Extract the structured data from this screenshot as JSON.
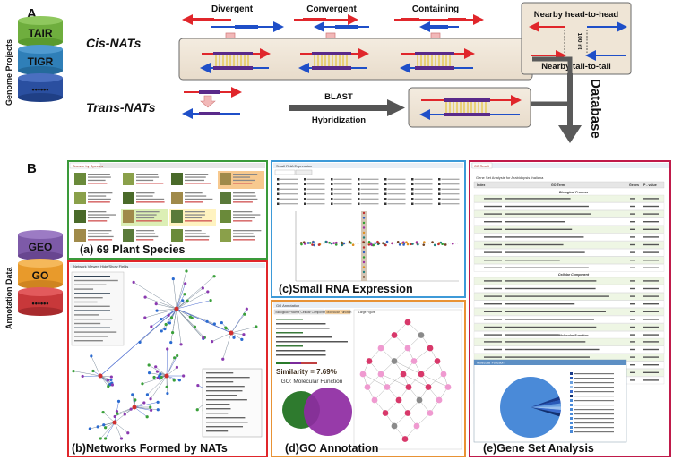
{
  "panel_a": {
    "letter": "A",
    "side_label": "Genome Projects",
    "db_stack": [
      "TAIR",
      "TIGR",
      "••••••"
    ],
    "cis_label": "Cis-NATs",
    "trans_label": "Trans-NATs",
    "orientations": [
      "Divergent",
      "Convergent",
      "Containing"
    ],
    "nearby_head": "Nearby head-to-head",
    "nearby_tail": "Nearby tail-to-tail",
    "gap_label": "100 nt",
    "blast_label": "BLAST",
    "hybrid_label": "Hybridization",
    "database_label": "Database"
  },
  "panel_b": {
    "letter": "B",
    "side_label": "Annotation Data",
    "db_stack": [
      "GEO",
      "GO",
      "••••••"
    ],
    "captions": {
      "species": "(a) 69 Plant Species",
      "networks": "(b)Networks Formed by NATs",
      "small_rna": "(c)Small RNA Expression",
      "go": "(d)GO Annotation",
      "gene_set": "(e)Gene Set Analysis"
    },
    "species_header": "Browse by Species",
    "network_header": "Network Viewer: Hide/Show Fields",
    "rna_header": "Small RNA Expression",
    "go_header": "GO Annotation",
    "go_tabs": [
      "Biological Process",
      "Cellular Component",
      "Molecular Function"
    ],
    "go_graph_tab": "Large Figure",
    "similarity": "Similarity = 7.69%",
    "venn_title": "GO: Molecular Function",
    "gs_header": "GO Result",
    "gs_sub": "Gene Set Analysis for Arabidopsis thaliana",
    "gs_cols": [
      "Index",
      "GO Term",
      "Genes",
      "P - value"
    ],
    "gs_sections": [
      "Biological Process",
      "Cellular Component",
      "Molecular Function"
    ],
    "pie_title": "Molecular Function"
  },
  "colors": {
    "red": "#e0262b",
    "blue": "#1f4fc8",
    "purple": "#5a2a8a",
    "green_frame": "#3a9a3a",
    "blue_frame": "#3d9ad8",
    "orange_frame": "#e89235",
    "crimson_frame": "#c01a4a",
    "tair": "#6fae3e",
    "tigr": "#2f7fb8",
    "geo": "#7d5aa8",
    "go": "#e89a2b",
    "gray_arrow": "#555555"
  }
}
